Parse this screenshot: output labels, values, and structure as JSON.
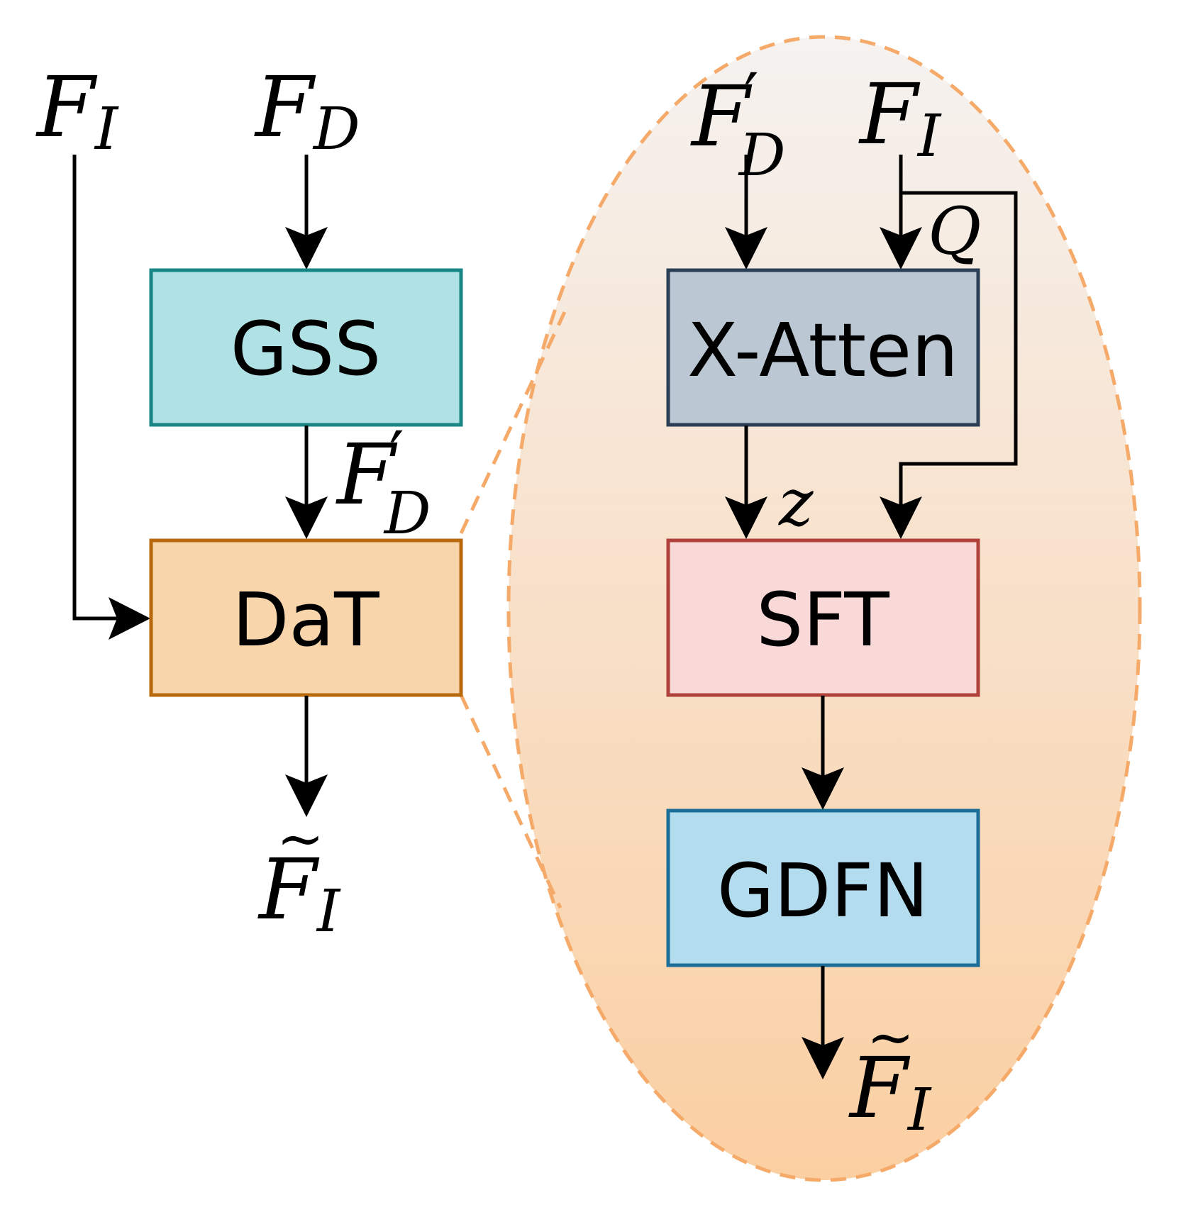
{
  "colors": {
    "gss_fill": "#b0e2e5",
    "gss_stroke": "#1a8585",
    "dat_fill": "#f9d5ab",
    "dat_stroke": "#b8690e",
    "xatten_fill": "#bbc8d3",
    "xatten_stroke": "#2a3f55",
    "sft_fill": "#f9d9d7",
    "sft_stroke": "#b0413a",
    "gdfn_fill": "#b3dcef",
    "gdfn_stroke": "#1a6e98",
    "ellipse_top": "#f5f2f0",
    "ellipse_bottom": "#fbcfa2",
    "ellipse_dash": "#f6aa6a",
    "arrow": "#000000"
  },
  "left": {
    "input_fi": {
      "base": "F",
      "sub": "I"
    },
    "input_fd": {
      "base": "F",
      "sub": "D"
    },
    "gss_label": "GSS",
    "mid_fd_prime": {
      "base": "F",
      "sub": "D",
      "prime": "′"
    },
    "dat_label": "DaT",
    "output": {
      "tilde": "~",
      "base": "F",
      "sub": "I"
    }
  },
  "detail": {
    "input_fd_prime": {
      "base": "F",
      "sub": "D",
      "prime": "′"
    },
    "input_fi": {
      "base": "F",
      "sub": "I"
    },
    "q_label": "Q",
    "xatten_label": "X-Atten",
    "z_label": "z",
    "sft_label": "SFT",
    "gdfn_label": "GDFN",
    "output": {
      "tilde": "~",
      "base": "F",
      "sub": "I"
    }
  }
}
